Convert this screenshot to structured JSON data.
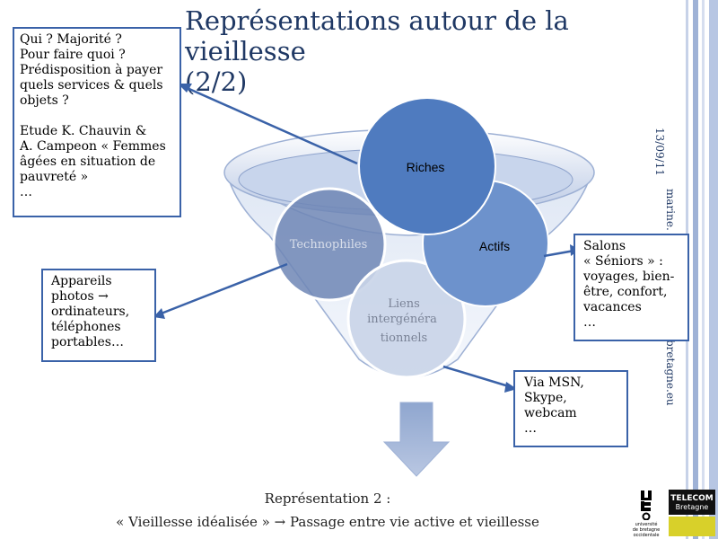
{
  "title": {
    "line1": "Représentations autour de la vieillesse",
    "line2": "(2/2)"
  },
  "side": {
    "date": "13/09/11",
    "email_top": "marine.",
    "email_bottom": "bretagne.eu"
  },
  "diagram": {
    "circles": {
      "riches": "Riches",
      "actifs": "Actifs",
      "technophiles": "Technophiles",
      "liens": [
        "Liens",
        "intergénéra",
        "tionnels"
      ]
    }
  },
  "boxes": {
    "top_left": {
      "lines": [
        "Qui ? Majorité ?",
        "Pour faire quoi ?",
        "Prédisposition à payer",
        "quels services & quels",
        "objets ?",
        "",
        "Etude K. Chauvin &",
        "A. Campeon « Femmes",
        "âgées en situation de",
        "pauvreté »",
        "…"
      ]
    },
    "mid_left": {
      "lines": [
        "Appareils",
        "photos →",
        "ordinateurs,",
        "téléphones",
        "portables…"
      ]
    },
    "right": {
      "lines": [
        "Salons",
        "« Séniors » :",
        "voyages, bien-",
        "être, confort,",
        "vacances",
        "…"
      ]
    },
    "bottom_right": {
      "lines": [
        "Via MSN,",
        "Skype,",
        "webcam",
        "…"
      ]
    }
  },
  "caption": {
    "line1": "Représentation 2 :",
    "line2": "« Vieillesse idéalisée » → Passage entre vie active et vieillesse"
  },
  "logos": {
    "univ_text": [
      "université",
      "de bretagne",
      "occidentale"
    ],
    "telecom": "TELECOM",
    "telecom_sub": "Bretagne"
  },
  "colors": {
    "accent": "#3a62a8",
    "title": "#1f3864"
  }
}
